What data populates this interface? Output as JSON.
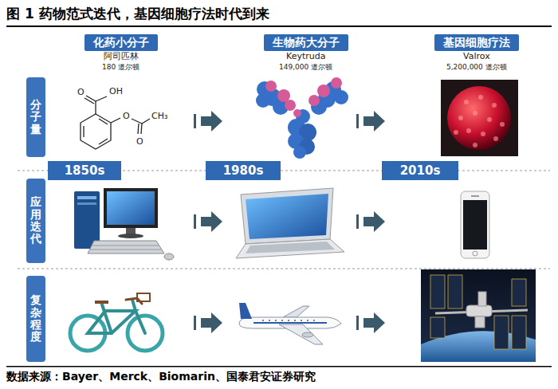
{
  "diagram": {
    "title": "图 1 药物范式迭代，基因细胞疗法时代到来",
    "caption": "数据来源：Bayer、Merck、Biomarin、国泰君安证券研究",
    "nodes": [
      {
        "text": [
          "化药小分子"
        ]
      },
      {
        "text": [
          "生物药大分子"
        ]
      },
      {
        "text": [
          "基因细胞疗法"
        ]
      },
      {
        "text": [
          "分子量"
        ]
      },
      {
        "text": [
          "1850s"
        ]
      },
      {
        "text": [
          "1980s"
        ]
      },
      {
        "text": [
          "2010s"
        ]
      },
      {
        "text": [
          "应用迭代"
        ]
      },
      {
        "text": [
          "复杂程度"
        ]
      }
    ],
    "labels": [
      "阿司匹林",
      "180 道尔顿",
      "Keytruda",
      "149,000 道尔顿",
      "Valrox",
      "5,200,000 道尔顿",
      "OH",
      "O",
      "O",
      "CH₃",
      "O"
    ]
  }
}
